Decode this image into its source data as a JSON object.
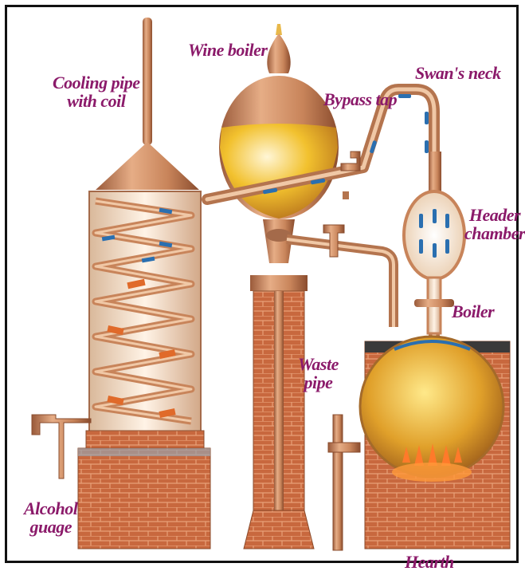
{
  "labels": {
    "cooling_pipe_1": "Cooling pipe",
    "cooling_pipe_2": "with coil",
    "wine_boiler": "Wine boiler",
    "swans_neck": "Swan's neck",
    "bypass_tap": "Bypass tap",
    "header_1": "Header",
    "header_2": "chamber",
    "boiler": "Boiler",
    "waste_1": "Waste",
    "waste_2": "pipe",
    "alcohol_1": "Alcohol",
    "alcohol_2": "guage",
    "hearth": "Hearth"
  },
  "colors": {
    "label": "#8b1a6a",
    "copper": "#c8845a",
    "brick": "#c8683e",
    "liquid": "#f2c12e",
    "vapour_arrow": "#2a6fb0"
  }
}
